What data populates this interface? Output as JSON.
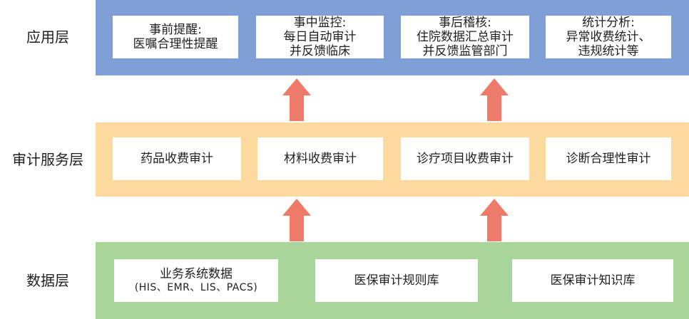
{
  "layers": {
    "app": {
      "label": "应用层",
      "boxes": [
        {
          "line1": "事前提醒:",
          "line2": "医嘱合理性提醒",
          "line3": ""
        },
        {
          "line1": "事中监控:",
          "line2": "每日自动审计",
          "line3": "并反馈临床"
        },
        {
          "line1": "事后稽核:",
          "line2": "住院数据汇总审计",
          "line3": "并反馈监管部门"
        },
        {
          "line1": "统计分析:",
          "line2": "异常收费统计、",
          "line3": "违规统计等"
        }
      ]
    },
    "audit": {
      "label": "审计服务层",
      "boxes": [
        "药品收费审计",
        "材料收费审计",
        "诊疗项目收费审计",
        "诊断合理性审计"
      ]
    },
    "data": {
      "label": "数据层",
      "boxes": [
        {
          "line1": "业务系统数据",
          "line2": "(HIS、EMR、LIS、PACS)"
        },
        {
          "line1": "医保审计规则库",
          "line2": ""
        },
        {
          "line1": "医保审计知识库",
          "line2": ""
        }
      ]
    }
  },
  "colors": {
    "app_band": "#7f9fd6",
    "audit_band": "#fcd99f",
    "data_band": "#a8d59a",
    "arrow": "#ee7b69"
  }
}
